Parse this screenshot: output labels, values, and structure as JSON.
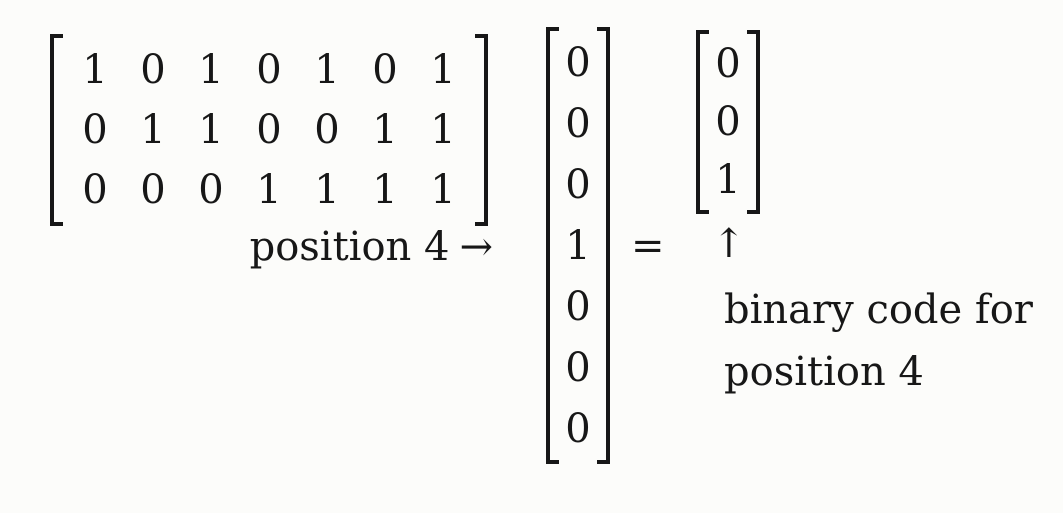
{
  "figure": {
    "kind": "matrix-equation",
    "topic": "Hamming code syndrome computation",
    "colors": {
      "background": "#fcfcfa",
      "ink": "#171717"
    },
    "parity_matrix": {
      "rows": [
        [
          "1",
          "0",
          "1",
          "0",
          "1",
          "0",
          "1"
        ],
        [
          "0",
          "1",
          "1",
          "0",
          "0",
          "1",
          "1"
        ],
        [
          "0",
          "0",
          "0",
          "1",
          "1",
          "1",
          "1"
        ]
      ]
    },
    "position_pointer": {
      "label": "position 4",
      "arrow": "→"
    },
    "input_vector": {
      "values": [
        "0",
        "0",
        "0",
        "1",
        "0",
        "0",
        "0"
      ]
    },
    "equals_sign": "=",
    "result_vector": {
      "values": [
        "0",
        "0",
        "1"
      ]
    },
    "result_annotation": {
      "arrow": "↑",
      "line1": "binary code for",
      "line2": "position 4"
    }
  }
}
